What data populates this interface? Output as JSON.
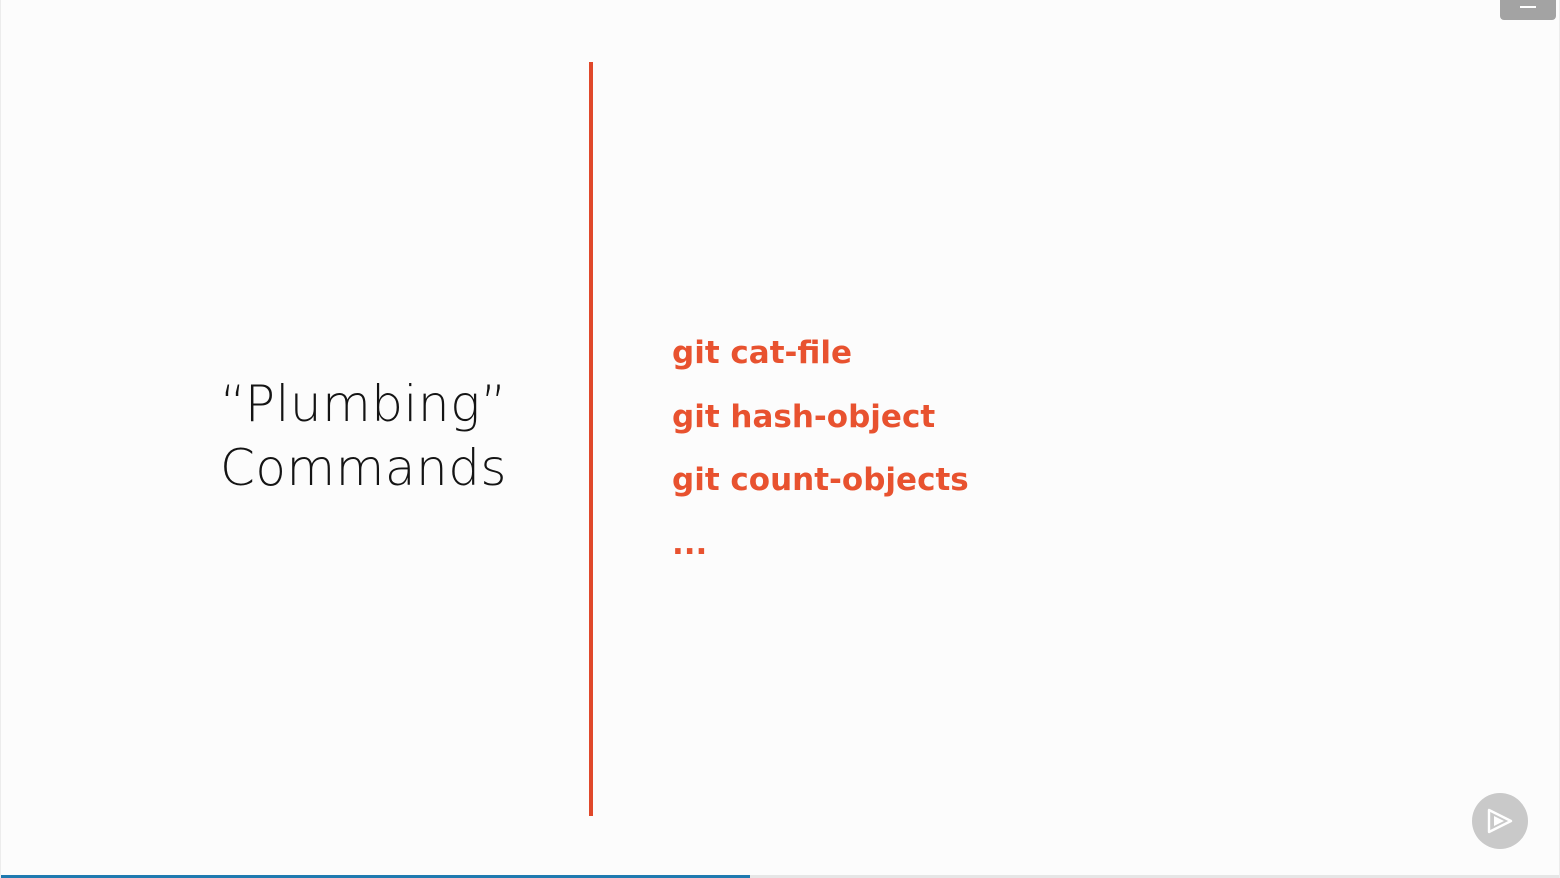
{
  "slide": {
    "title_line1": "“Plumbing”",
    "title_line2": "Commands",
    "commands": [
      "git cat-file",
      "git hash-object",
      "git count-objects",
      "..."
    ]
  },
  "player": {
    "menu_icon": "menu-icon",
    "logo_icon": "play-logo-icon",
    "progress_fraction": 0.481
  },
  "colors": {
    "accent": "#e8522f",
    "divider": "#e0482a",
    "title_text": "#141414",
    "progress": "#1f7ab0"
  }
}
